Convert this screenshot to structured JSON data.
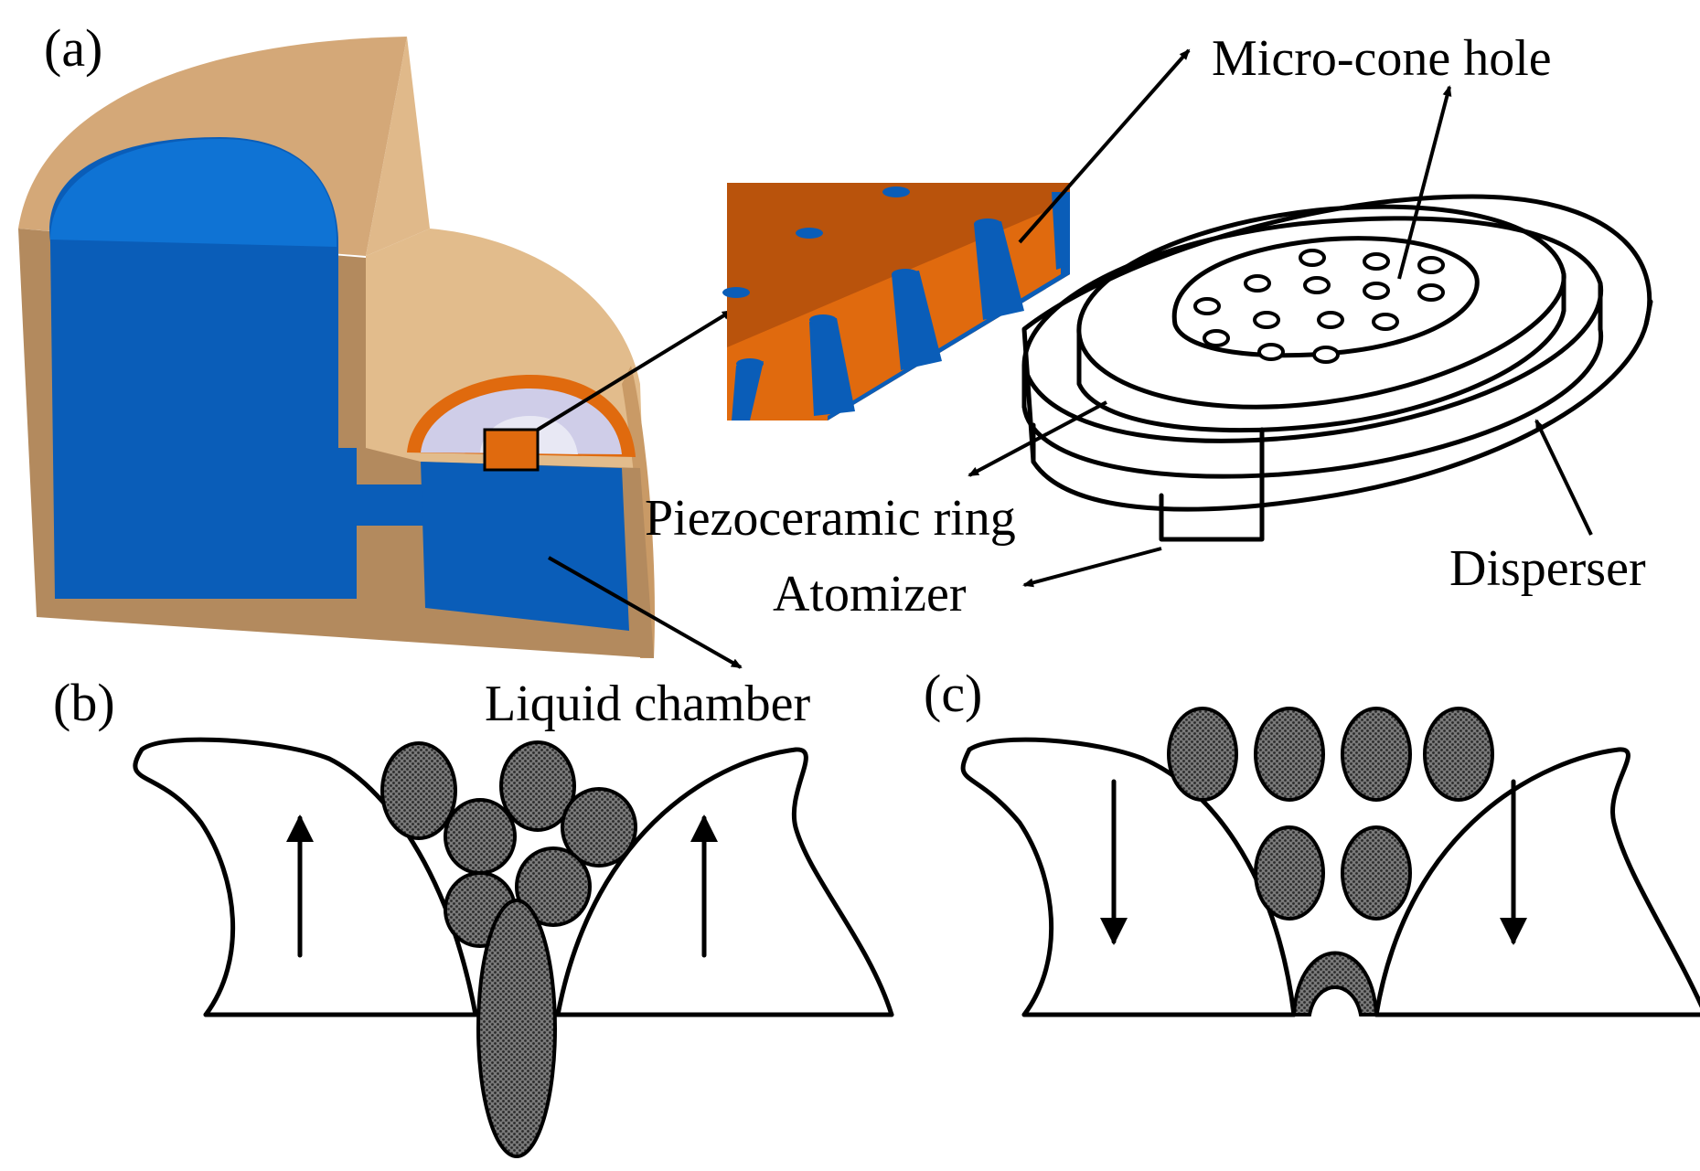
{
  "panels": {
    "a": "(a)",
    "b": "(b)",
    "c": "(c)"
  },
  "labels": {
    "micro_cone_hole": "Micro-cone hole",
    "piezoceramic_ring": "Piezoceramic ring",
    "atomizer": "Atomizer",
    "disperser": "Disperser",
    "liquid_chamber": "Liquid chamber"
  },
  "colors": {
    "housing_top": "#d4a878",
    "housing_front": "#b38a5e",
    "housing_light": "#e2bc8c",
    "liquid": "#0a5db8",
    "liquid_top": "#0f73d4",
    "copper": "#e06a0e",
    "copper_dark": "#b9530c",
    "disc": "#cfcde8",
    "droplet": "#5a5a5a"
  }
}
